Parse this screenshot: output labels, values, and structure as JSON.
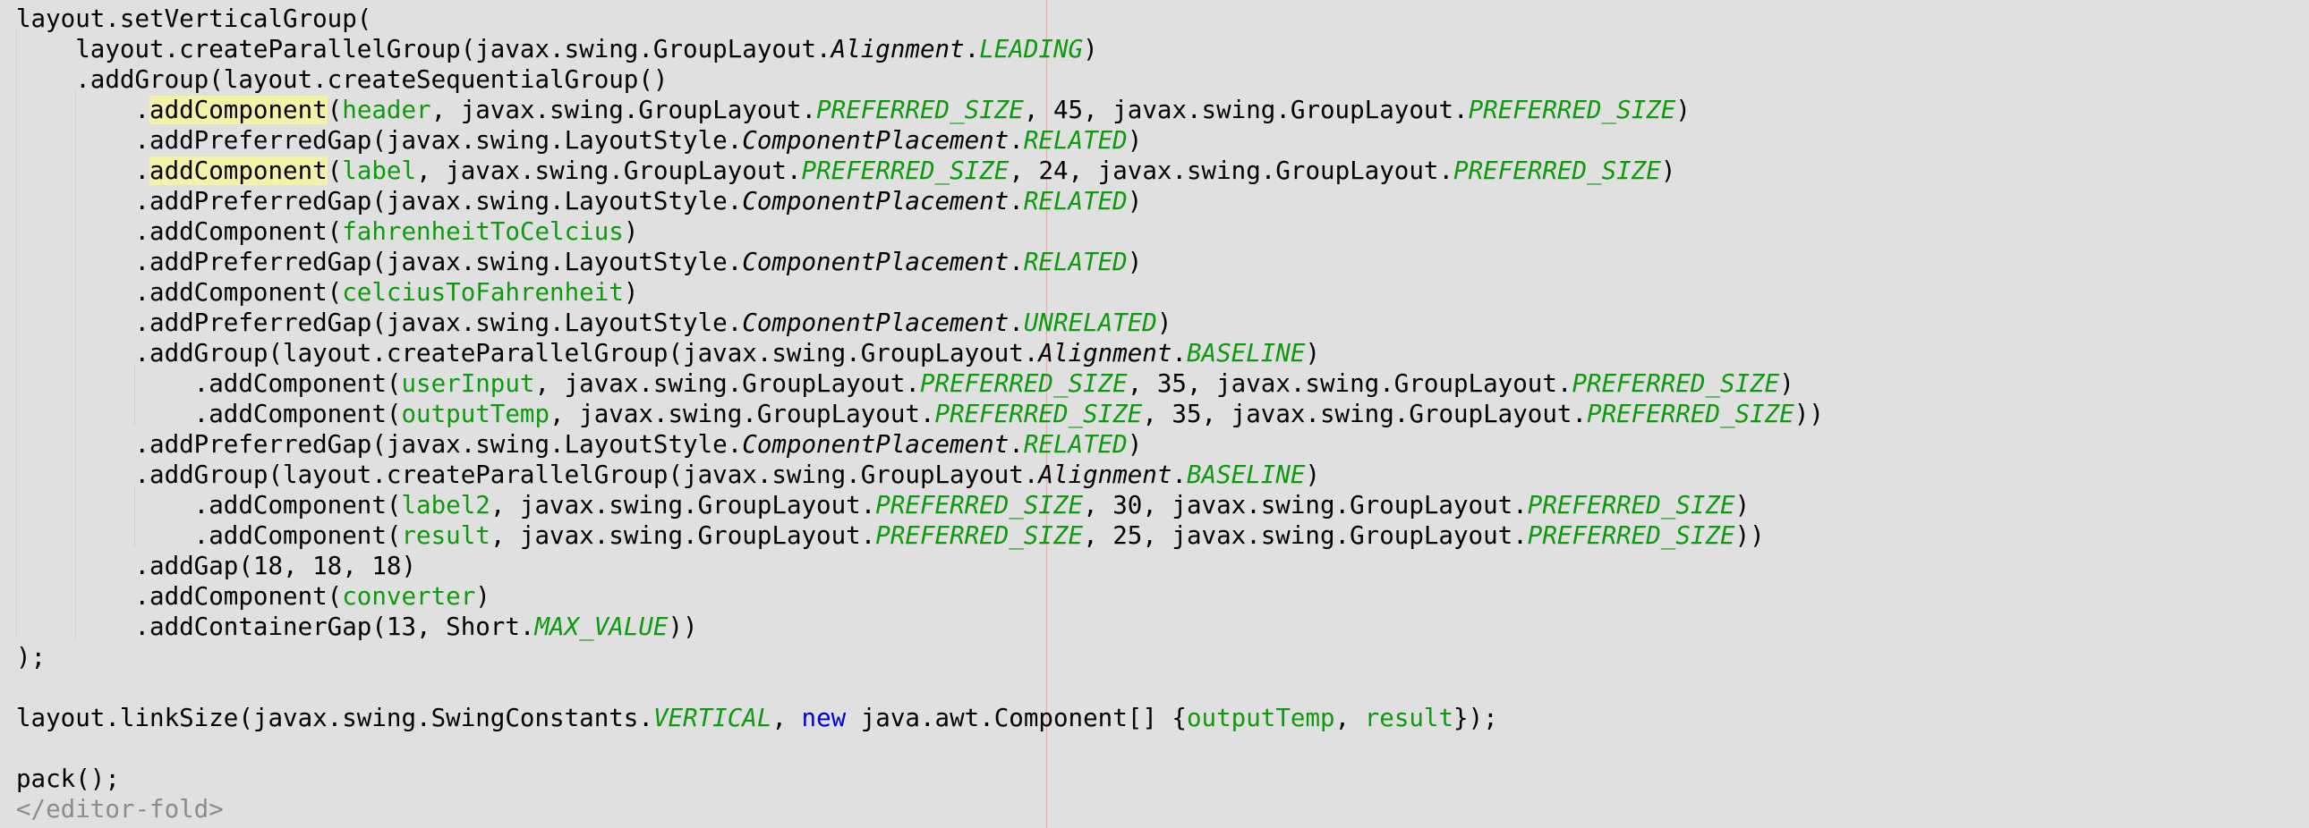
{
  "editor": {
    "lines": [
      [
        {
          "t": "layout.setVerticalGroup("
        }
      ],
      [
        {
          "t": "    layout.createParallelGroup(javax.swing.GroupLayout."
        },
        {
          "t": "Alignment",
          "k": "enum"
        },
        {
          "t": "."
        },
        {
          "t": "LEADING",
          "k": "static"
        },
        {
          "t": ")"
        }
      ],
      [
        {
          "t": "    .addGroup(layout.createSequentialGroup()"
        }
      ],
      [
        {
          "t": "        ."
        },
        {
          "t": "addComponent",
          "k": "highlight"
        },
        {
          "t": "("
        },
        {
          "t": "header",
          "k": "field"
        },
        {
          "t": ", javax.swing.GroupLayout."
        },
        {
          "t": "PREFERRED_SIZE",
          "k": "static"
        },
        {
          "t": ", 45, javax.swing.GroupLayout."
        },
        {
          "t": "PREFERRED_SIZE",
          "k": "static"
        },
        {
          "t": ")"
        }
      ],
      [
        {
          "t": "        .addPreferredGap(javax.swing.LayoutStyle."
        },
        {
          "t": "ComponentPlacement",
          "k": "enum"
        },
        {
          "t": "."
        },
        {
          "t": "RELATED",
          "k": "static"
        },
        {
          "t": ")"
        }
      ],
      [
        {
          "t": "        ."
        },
        {
          "t": "addComponent",
          "k": "highlight"
        },
        {
          "t": "("
        },
        {
          "t": "label",
          "k": "field"
        },
        {
          "t": ", javax.swing.GroupLayout."
        },
        {
          "t": "PREFERRED_SIZE",
          "k": "static"
        },
        {
          "t": ", 24, javax.swing.GroupLayout."
        },
        {
          "t": "PREFERRED_SIZE",
          "k": "static"
        },
        {
          "t": ")"
        }
      ],
      [
        {
          "t": "        .addPreferredGap(javax.swing.LayoutStyle."
        },
        {
          "t": "ComponentPlacement",
          "k": "enum"
        },
        {
          "t": "."
        },
        {
          "t": "RELATED",
          "k": "static"
        },
        {
          "t": ")"
        }
      ],
      [
        {
          "t": "        .addComponent("
        },
        {
          "t": "fahrenheitToCelcius",
          "k": "field"
        },
        {
          "t": ")"
        }
      ],
      [
        {
          "t": "        .addPreferredGap(javax.swing.LayoutStyle."
        },
        {
          "t": "ComponentPlacement",
          "k": "enum"
        },
        {
          "t": "."
        },
        {
          "t": "RELATED",
          "k": "static"
        },
        {
          "t": ")"
        }
      ],
      [
        {
          "t": "        .addComponent("
        },
        {
          "t": "celciusToFahrenheit",
          "k": "field"
        },
        {
          "t": ")"
        }
      ],
      [
        {
          "t": "        .addPreferredGap(javax.swing.LayoutStyle."
        },
        {
          "t": "ComponentPlacement",
          "k": "enum"
        },
        {
          "t": "."
        },
        {
          "t": "UNRELATED",
          "k": "static"
        },
        {
          "t": ")"
        }
      ],
      [
        {
          "t": "        .addGroup(layout.createParallelGroup(javax.swing.GroupLayout."
        },
        {
          "t": "Alignment",
          "k": "enum"
        },
        {
          "t": "."
        },
        {
          "t": "BASELINE",
          "k": "static"
        },
        {
          "t": ")"
        }
      ],
      [
        {
          "t": "            .addComponent("
        },
        {
          "t": "userInput",
          "k": "field"
        },
        {
          "t": ", javax.swing.GroupLayout."
        },
        {
          "t": "PREFERRED_SIZE",
          "k": "static"
        },
        {
          "t": ", 35, javax.swing.GroupLayout."
        },
        {
          "t": "PREFERRED_SIZE",
          "k": "static"
        },
        {
          "t": ")"
        }
      ],
      [
        {
          "t": "            .addComponent("
        },
        {
          "t": "outputTemp",
          "k": "field"
        },
        {
          "t": ", javax.swing.GroupLayout."
        },
        {
          "t": "PREFERRED_SIZE",
          "k": "static"
        },
        {
          "t": ", 35, javax.swing.GroupLayout."
        },
        {
          "t": "PREFERRED_SIZE",
          "k": "static"
        },
        {
          "t": "))"
        }
      ],
      [
        {
          "t": "        .addPreferredGap(javax.swing.LayoutStyle."
        },
        {
          "t": "ComponentPlacement",
          "k": "enum"
        },
        {
          "t": "."
        },
        {
          "t": "RELATED",
          "k": "static"
        },
        {
          "t": ")"
        }
      ],
      [
        {
          "t": "        .addGroup(layout.createParallelGroup(javax.swing.GroupLayout."
        },
        {
          "t": "Alignment",
          "k": "enum"
        },
        {
          "t": "."
        },
        {
          "t": "BASELINE",
          "k": "static"
        },
        {
          "t": ")"
        }
      ],
      [
        {
          "t": "            .addComponent("
        },
        {
          "t": "label2",
          "k": "field"
        },
        {
          "t": ", javax.swing.GroupLayout."
        },
        {
          "t": "PREFERRED_SIZE",
          "k": "static"
        },
        {
          "t": ", 30, javax.swing.GroupLayout."
        },
        {
          "t": "PREFERRED_SIZE",
          "k": "static"
        },
        {
          "t": ")"
        }
      ],
      [
        {
          "t": "            .addComponent("
        },
        {
          "t": "result",
          "k": "field"
        },
        {
          "t": ", javax.swing.GroupLayout."
        },
        {
          "t": "PREFERRED_SIZE",
          "k": "static"
        },
        {
          "t": ", 25, javax.swing.GroupLayout."
        },
        {
          "t": "PREFERRED_SIZE",
          "k": "static"
        },
        {
          "t": "))"
        }
      ],
      [
        {
          "t": "        .addGap(18, 18, 18)"
        }
      ],
      [
        {
          "t": "        .addComponent("
        },
        {
          "t": "converter",
          "k": "field"
        },
        {
          "t": ")"
        }
      ],
      [
        {
          "t": "        .addContainerGap(13, Short."
        },
        {
          "t": "MAX_VALUE",
          "k": "static"
        },
        {
          "t": "))"
        }
      ],
      [
        {
          "t": ");"
        }
      ],
      [],
      [
        {
          "t": "layout.linkSize(javax.swing.SwingConstants."
        },
        {
          "t": "VERTICAL",
          "k": "static"
        },
        {
          "t": ", "
        },
        {
          "t": "new",
          "k": "keyword"
        },
        {
          "t": " java.awt.Component[] {"
        },
        {
          "t": "outputTemp",
          "k": "field"
        },
        {
          "t": ", "
        },
        {
          "t": "result",
          "k": "field"
        },
        {
          "t": "});"
        }
      ],
      [],
      [
        {
          "t": "pack();"
        }
      ],
      [
        {
          "t": "</editor-fold>",
          "k": "fold"
        }
      ]
    ]
  }
}
